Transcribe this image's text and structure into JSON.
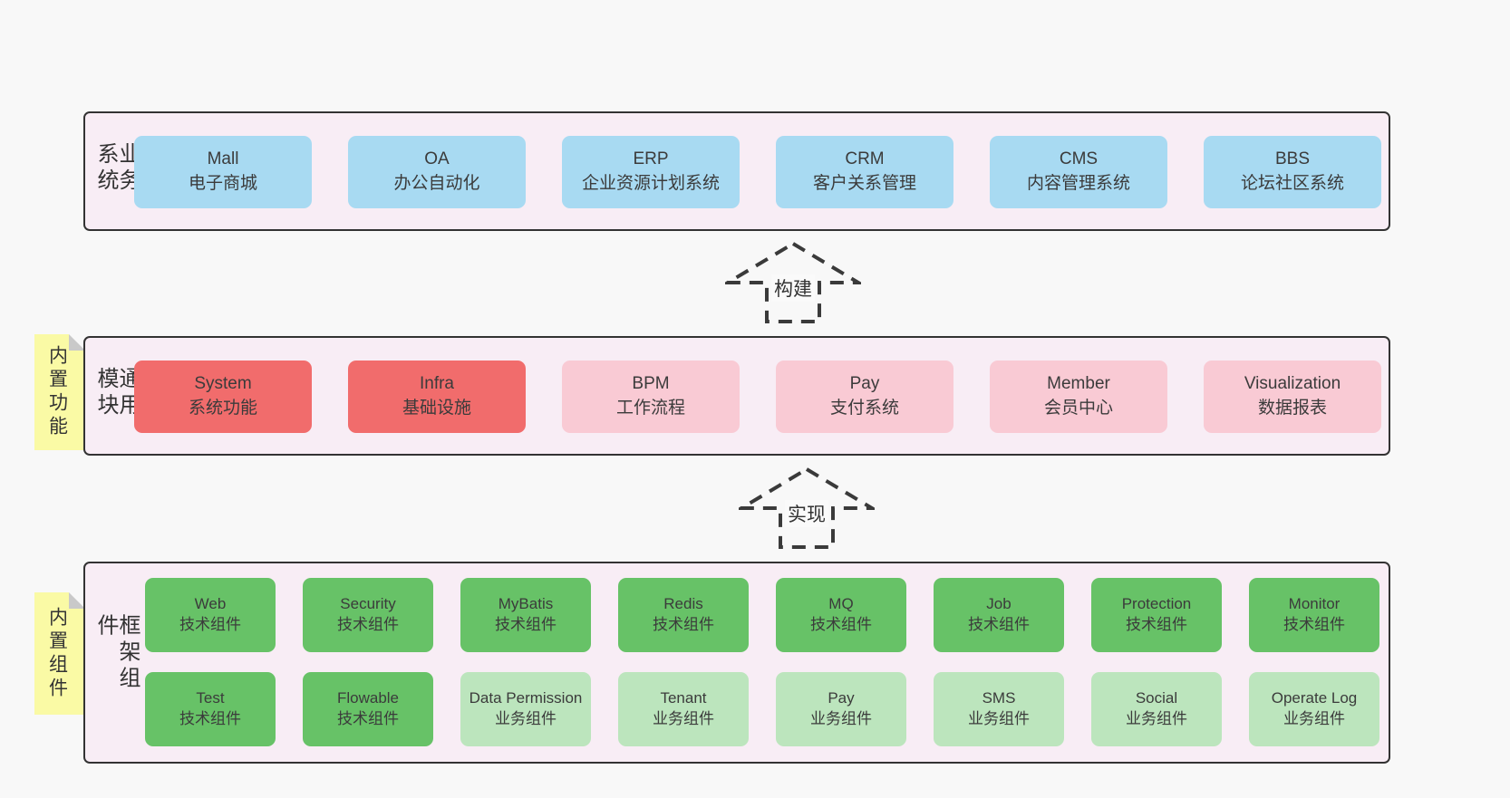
{
  "colors": {
    "page_background": "#f8f8f8",
    "container_fill": "#f8edf5",
    "container_border": "#333333",
    "blue_box": "#a8daf2",
    "red_box": "#f16c6c",
    "pink_box": "#f9cad4",
    "green_box": "#67c267",
    "green_light_box": "#bce5bd",
    "note_yellow": "#fafaa5"
  },
  "arrows": [
    {
      "label": "构建"
    },
    {
      "label": "实现"
    }
  ],
  "sections": [
    {
      "label": "业务系统",
      "boxes": [
        {
          "title": "Mall",
          "subtitle": "电子商城"
        },
        {
          "title": "OA",
          "subtitle": "办公自动化"
        },
        {
          "title": "ERP",
          "subtitle": "企业资源计划系统"
        },
        {
          "title": "CRM",
          "subtitle": "客户关系管理"
        },
        {
          "title": "CMS",
          "subtitle": "内容管理系统"
        },
        {
          "title": "BBS",
          "subtitle": "论坛社区系统"
        }
      ]
    },
    {
      "label": "通用模块",
      "note": "内置功能",
      "boxes": [
        {
          "title": "System",
          "subtitle": "系统功能"
        },
        {
          "title": "Infra",
          "subtitle": "基础设施"
        },
        {
          "title": "BPM",
          "subtitle": "工作流程"
        },
        {
          "title": "Pay",
          "subtitle": "支付系统"
        },
        {
          "title": "Member",
          "subtitle": "会员中心"
        },
        {
          "title": "Visualization",
          "subtitle": "数据报表"
        }
      ]
    },
    {
      "label": "框架组件",
      "note": "内置组件",
      "rows": [
        [
          {
            "title": "Web",
            "subtitle": "技术组件"
          },
          {
            "title": "Security",
            "subtitle": "技术组件"
          },
          {
            "title": "MyBatis",
            "subtitle": "技术组件"
          },
          {
            "title": "Redis",
            "subtitle": "技术组件"
          },
          {
            "title": "MQ",
            "subtitle": "技术组件"
          },
          {
            "title": "Job",
            "subtitle": "技术组件"
          },
          {
            "title": "Protection",
            "subtitle": "技术组件"
          },
          {
            "title": "Monitor",
            "subtitle": "技术组件"
          }
        ],
        [
          {
            "title": "Test",
            "subtitle": "技术组件"
          },
          {
            "title": "Flowable",
            "subtitle": "技术组件"
          },
          {
            "title": "Data Permission",
            "subtitle": "业务组件"
          },
          {
            "title": "Tenant",
            "subtitle": "业务组件"
          },
          {
            "title": "Pay",
            "subtitle": "业务组件"
          },
          {
            "title": "SMS",
            "subtitle": "业务组件"
          },
          {
            "title": "Social",
            "subtitle": "业务组件"
          },
          {
            "title": "Operate Log",
            "subtitle": "业务组件"
          }
        ]
      ]
    }
  ]
}
